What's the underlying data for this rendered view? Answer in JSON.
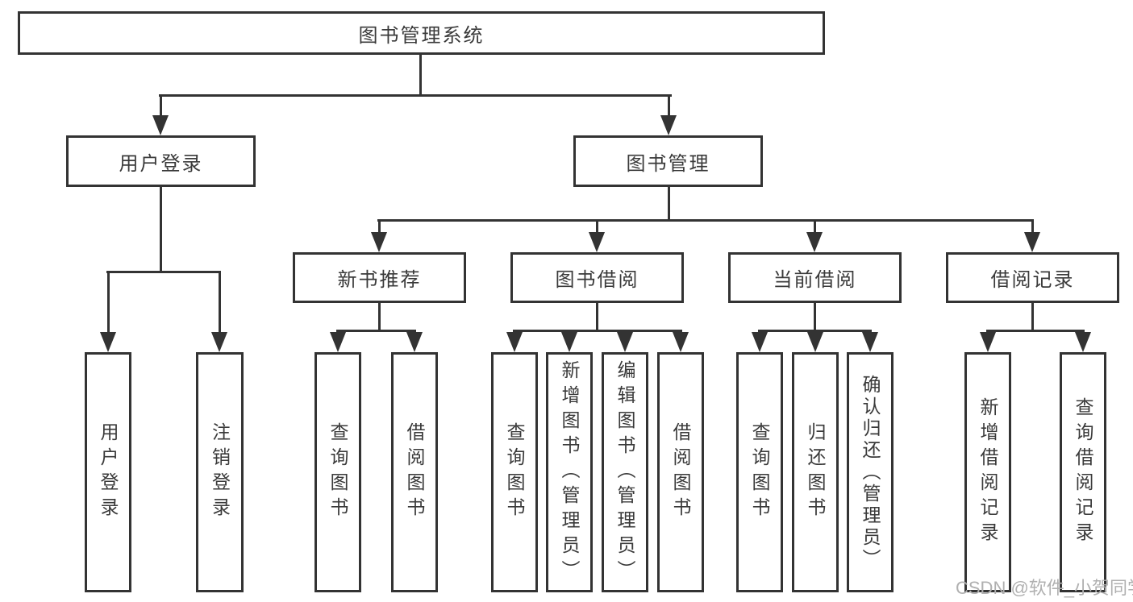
{
  "diagram": {
    "root": {
      "label": "图书管理系统"
    },
    "branches": [
      {
        "label": "用户登录",
        "children": [
          {
            "label": "用户登录"
          },
          {
            "label": "注销登录"
          }
        ]
      },
      {
        "label": "图书管理",
        "sections": [
          {
            "label": "新书推荐",
            "children": [
              {
                "label": "查询图书"
              },
              {
                "label": "借阅图书"
              }
            ]
          },
          {
            "label": "图书借阅",
            "children": [
              {
                "label": "查询图书"
              },
              {
                "label": "新增图书（管理员）"
              },
              {
                "label": "编辑图书（管理员）"
              },
              {
                "label": "借阅图书"
              }
            ]
          },
          {
            "label": "当前借阅",
            "children": [
              {
                "label": "查询图书"
              },
              {
                "label": "归还图书"
              },
              {
                "label": "确认归还（管理员）"
              }
            ]
          },
          {
            "label": "借阅记录",
            "children": [
              {
                "label": "新增借阅记录"
              },
              {
                "label": "查询借阅记录"
              }
            ]
          }
        ]
      }
    ]
  },
  "watermark": {
    "text": "CSDN @软件_小贺同学",
    "color": "#b0b0b0"
  },
  "colors": {
    "line": "#333333",
    "text": "#3a3a3a",
    "background": "#ffffff"
  }
}
